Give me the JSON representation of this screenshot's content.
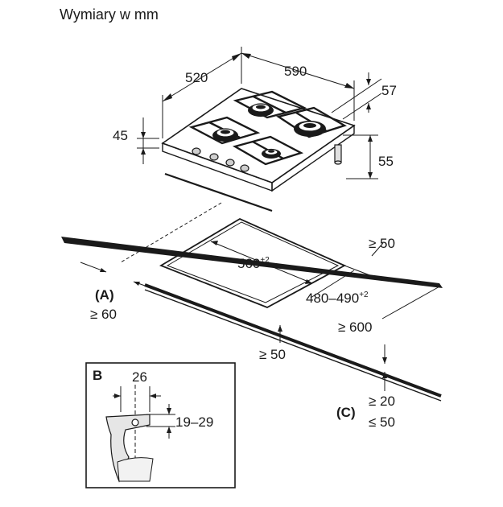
{
  "title": "Wymiary w mm",
  "hob": {
    "width": "590",
    "depth": "520",
    "height_right": "57",
    "glass_thickness": "45",
    "total_height": "55"
  },
  "cutout": {
    "width": "560",
    "width_tol": "+2",
    "depth": "480–490",
    "depth_tol": "+2"
  },
  "clearances": {
    "back": "≥ 50",
    "countertop_depth": "≥ 600",
    "front": "≥ 50",
    "marker_a": "(A)",
    "side_a": "≥ 60",
    "marker_c": "(C)",
    "worktop_min": "≥ 20",
    "worktop_max": "≤ 50"
  },
  "detail_b": {
    "label": "B",
    "width": "26",
    "range": "19–29"
  }
}
